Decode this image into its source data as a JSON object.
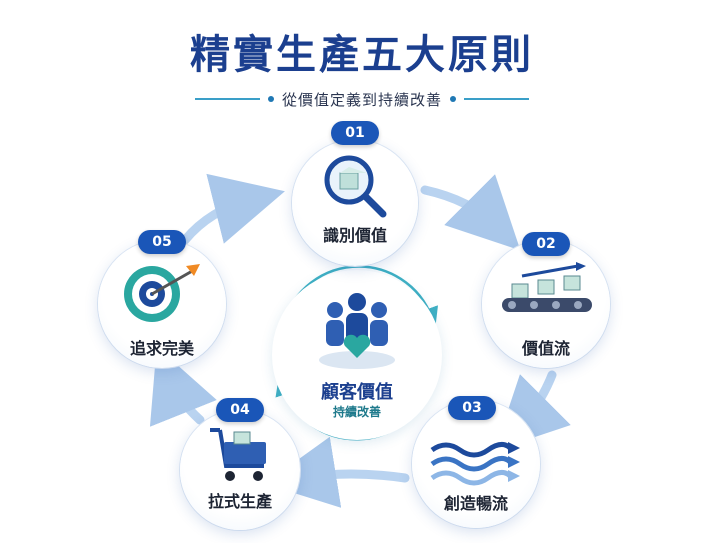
{
  "header": {
    "title": "精實生產五大原則",
    "subtitle": "從價值定義到持續改善"
  },
  "center": {
    "title": "顧客價值",
    "subtitle": "持續改善"
  },
  "steps": [
    {
      "number": "01",
      "label": "識別價值",
      "icon": "magnifier-box-icon"
    },
    {
      "number": "02",
      "label": "價值流",
      "icon": "conveyor-belt-icon"
    },
    {
      "number": "03",
      "label": "創造暢流",
      "icon": "flow-waves-icon"
    },
    {
      "number": "04",
      "label": "拉式生產",
      "icon": "shopping-cart-icon"
    },
    {
      "number": "05",
      "label": "追求完美",
      "icon": "target-arrow-icon"
    }
  ],
  "colors": {
    "title": "#1b3f8f",
    "badge": "#1a56b8",
    "ring_arrows": "#a9c7ea",
    "center_ring": "#3fb0c4"
  }
}
